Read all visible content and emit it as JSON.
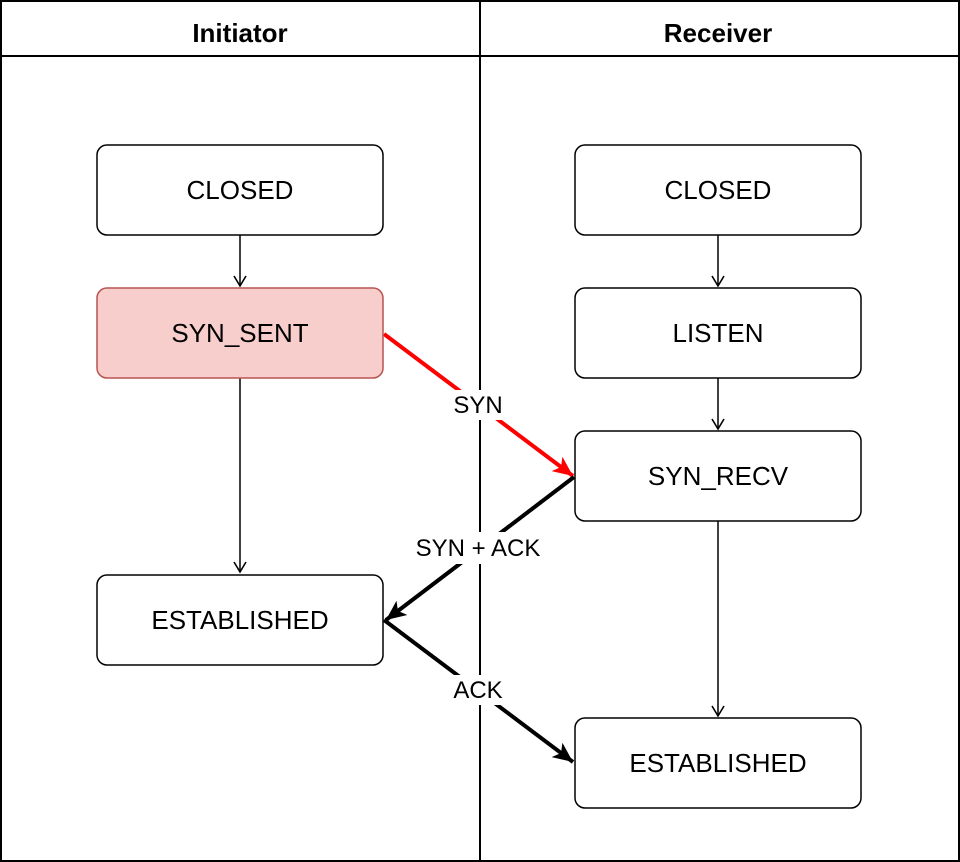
{
  "lanes": {
    "initiator": {
      "title": "Initiator"
    },
    "receiver": {
      "title": "Receiver"
    }
  },
  "states": {
    "initiator_closed": {
      "label": "CLOSED"
    },
    "initiator_syn_sent": {
      "label": "SYN_SENT",
      "fill": "#f8cecc",
      "stroke": "#b85450"
    },
    "initiator_established": {
      "label": "ESTABLISHED"
    },
    "receiver_closed": {
      "label": "CLOSED"
    },
    "receiver_listen": {
      "label": "LISTEN"
    },
    "receiver_syn_recv": {
      "label": "SYN_RECV"
    },
    "receiver_established": {
      "label": "ESTABLISHED"
    }
  },
  "messages": {
    "syn": {
      "label": "SYN",
      "color": "#ff0000"
    },
    "syn_ack": {
      "label": "SYN + ACK",
      "color": "#000000"
    },
    "ack": {
      "label": "ACK",
      "color": "#000000"
    }
  },
  "colors": {
    "default_fill": "#ffffff",
    "default_stroke": "#000000"
  }
}
